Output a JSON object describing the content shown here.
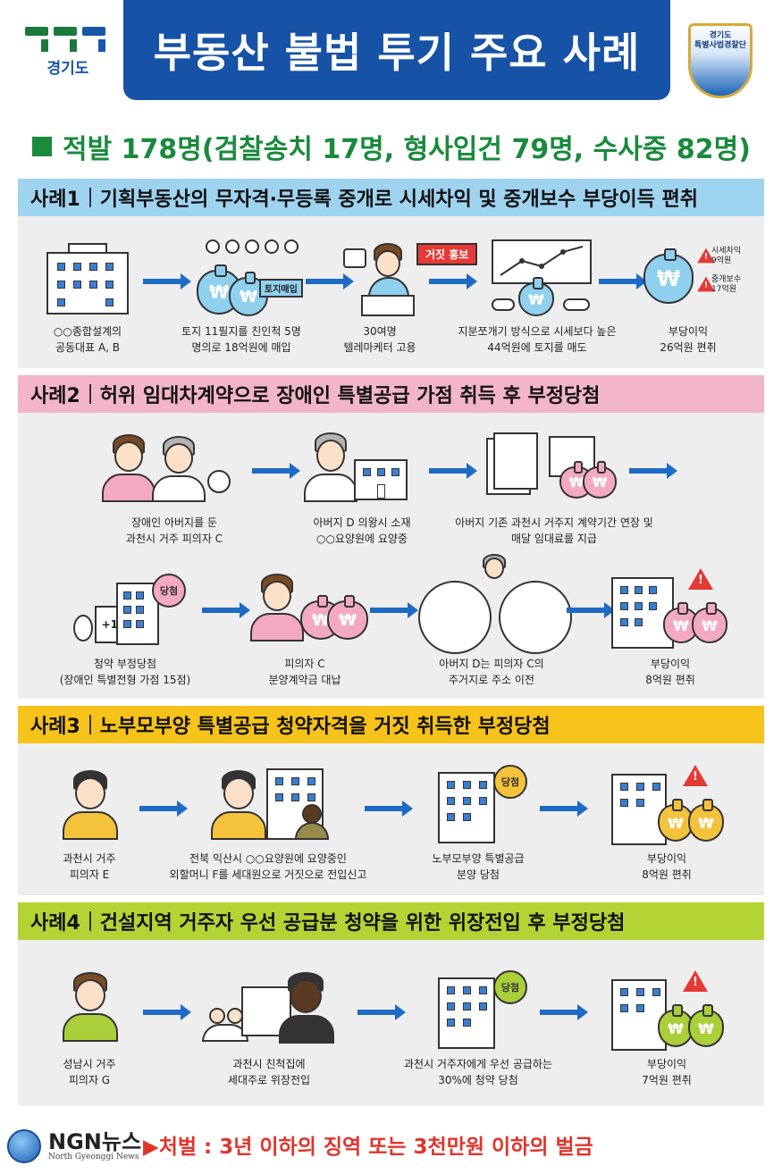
{
  "header": {
    "logo_text": "경기도",
    "title": "부동산 불법 투기 주요 사례",
    "badge_line1": "경기도",
    "badge_line2": "특별사법경찰단"
  },
  "summary": "적발 178명(검찰송치 17명, 형사입건 79명, 수사중 82명)",
  "colors": {
    "title_blue": "#1652a5",
    "summary_green": "#1a8a3c",
    "case1": "#9fd4f1",
    "case2": "#f3b5c8",
    "case3": "#f7c21a",
    "case4": "#b4d334",
    "arrow": "#1d6bc4",
    "penalty_red": "#e0342b"
  },
  "case1": {
    "no": "사례1",
    "title": "기획부동산의 무자격·무등록 중개로 시세차익 및 중개보수 부당이득 편취",
    "sign_land": "토지매입",
    "sign_ad": "거짓 홍보",
    "alert1_line1": "시세차익",
    "alert1_line2": "9억원",
    "alert2_line1": "중개보수",
    "alert2_line2": "17억원",
    "steps": [
      {
        "l1": "○○종합설계의",
        "l2": "공동대표 A, B"
      },
      {
        "l1": "토지 11필지를 친인척 5명",
        "l2": "명의로 18억원에 매입"
      },
      {
        "l1": "30여명",
        "l2": "텔레마케터 고용"
      },
      {
        "l1": "지분쪼개기 방식으로 시세보다 높은",
        "l2": "44억원에 토지를 매도"
      },
      {
        "l1": "부당이익",
        "l2": "26억원 편취"
      }
    ]
  },
  "case2": {
    "no": "사례2",
    "title": "허위 임대차계약으로 장애인 특별공급 가점 취득 후 부정당첨",
    "plus_label": "+15",
    "win_label": "당첨",
    "steps": [
      {
        "l1": "장애인 아버지를 둔",
        "l2": "과천시 거주 피의자 C"
      },
      {
        "l1": "아버지 D 의왕시 소재",
        "l2": "○○요양원에 요양중"
      },
      {
        "l1": "아버지 기존 과천시 거주지 계약기간 연장 및",
        "l2": "매달 임대료를 지급"
      },
      {
        "l1": "청약 부정당첨",
        "l2": "(장애인 특별전형 가점 15점)"
      },
      {
        "l1": "피의자 C",
        "l2": "분양계약금 대납"
      },
      {
        "l1": "아버지 D는 피의자 C의",
        "l2": "주거지로 주소 이전"
      },
      {
        "l1": "부당이익",
        "l2": "8억원 편취"
      }
    ]
  },
  "case3": {
    "no": "사례3",
    "title": "노부모부양 특별공급 청약자격을 거짓 취득한 부정당첨",
    "win_label": "당첨",
    "steps": [
      {
        "l1": "과천시 거주",
        "l2": "피의자 E"
      },
      {
        "l1": "전북 익산시 ○○요양원에 요양중인",
        "l2": "외할머니 F를 세대원으로 거짓으로 전입신고"
      },
      {
        "l1": "노부모부양 특별공급",
        "l2": "분양 당첨"
      },
      {
        "l1": "부당이익",
        "l2": "8억원 편취"
      }
    ]
  },
  "case4": {
    "no": "사례4",
    "title": "건설지역 거주자 우선 공급분 청약을 위한 위장전입 후 부정당첨",
    "win_label": "당첨",
    "steps": [
      {
        "l1": "성남시 거주",
        "l2": "피의자 G"
      },
      {
        "l1": "과천시 친척집에",
        "l2": "세대주로 위장전입"
      },
      {
        "l1": "과천시 거주자에게 우선 공급하는",
        "l2": "30%에 청약 당첨"
      },
      {
        "l1": "부당이익",
        "l2": "7억원 편취"
      }
    ]
  },
  "footer": {
    "brand": "NGN뉴스",
    "brand_sub": "North Gyeonggi News",
    "penalty": "▶처벌 : 3년 이하의 징역 또는 3천만원 이하의 벌금"
  }
}
